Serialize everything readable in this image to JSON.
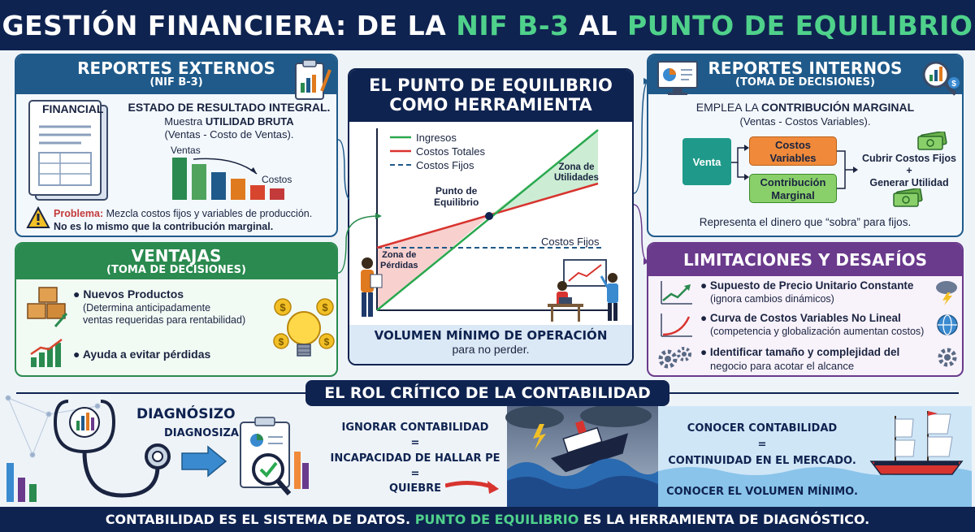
{
  "header": {
    "title_pre": "GESTIÓN FINANCIERA: DE LA ",
    "title_hl1": "NIF B-3",
    "title_mid": " AL ",
    "title_hl2": "PUNTO DE EQUILIBRIO"
  },
  "externos": {
    "title": "REPORTES EXTERNOS",
    "subtitle": "(NIF B-3)",
    "doc_label": "FINANCIAL",
    "line1": "ESTADO DE RESULTADO INTEGRAL.",
    "line2_pre": "Muestra ",
    "line2_b": "UTILIDAD BRUTA",
    "line3": "(Ventas - Costo de Ventas).",
    "chart_ventas": "Ventas",
    "chart_costos": "Costos",
    "problem_label": "Problema:",
    "problem_text": " Mezcla costos fijos y variables de producción.",
    "problem_bold": "No es lo mismo que la contribución marginal."
  },
  "ventajas": {
    "title": "VENTAJAS",
    "subtitle": "(TOMA DE DECISIONES)",
    "item1_title": "Nuevos Productos",
    "item1_desc1": "(Determina anticipadamente",
    "item1_desc2": "ventas requeridas para rentabilidad)",
    "item2_title": "Ayuda a evitar pérdidas"
  },
  "center": {
    "title1": "EL PUNTO DE EQUILIBRIO",
    "title2": "COMO HERRAMIENTA",
    "legend_ingresos": "Ingresos",
    "legend_costos_totales": "Costos Totales",
    "legend_costos_fijos": "Costos Fijos",
    "zona_utilidades1": "Zona de",
    "zona_utilidades2": "Utilidades",
    "punto1": "Punto de",
    "punto2": "Equilibrio",
    "costos_fijos_label": "Costos Fijos",
    "zona_perdidas1": "Zona de",
    "zona_perdidas2": "Pérdidas",
    "footer_bold": "VOLUMEN MÍNIMO DE OPERACIÓN",
    "footer_text": "para no perder."
  },
  "internos": {
    "title": "REPORTES INTERNOS",
    "subtitle": "(TOMA DE DECISIONES)",
    "line1_pre": "EMPLEA LA ",
    "line1_b": "CONTRIBUCIÓN MARGINAL",
    "line2": "(Ventas - Costos Variables).",
    "venta": "Venta",
    "costos_variables1": "Costos",
    "costos_variables2": "Variables",
    "contribucion1": "Contribución",
    "contribucion2": "Marginal",
    "cubrir1": "Cubrir Costos Fijos",
    "cubrir2": "+",
    "cubrir3": "Generar Utilidad",
    "footer": "Representa el dinero que “sobra” para fijos."
  },
  "limitaciones": {
    "title": "LIMITACIONES Y DESAFÍOS",
    "item1_title": "Supuesto de Precio Unitario Constante",
    "item1_desc": "(ignora cambios dinámicos)",
    "item2_title": "Curva de Costos Variables No Lineal",
    "item2_desc": "(competencia y globalización aumentan costos)",
    "item3_title1": "Identificar tamaño y complejidad del",
    "item3_title2": "negocio para acotar el alcance"
  },
  "rol": {
    "title": "EL ROL CRÍTICO DE LA CONTABILIDAD",
    "diag1": "DIAGNÓSIZO",
    "diag2": "DIAGNOSIZA",
    "ign1": "IGNORAR CONTABILIDAD",
    "eq": "=",
    "ign2": "INCAPACIDAD DE HALLAR PE",
    "ign3": "QUIEBRE",
    "con1": "CONOCER CONTABILIDAD",
    "con2": "CONTINUIDAD EN EL MERCADO.",
    "con3": "CONOCER EL VOLUMEN MÍNIMO."
  },
  "footer": {
    "pre": "CONTABILIDAD ES EL SISTEMA DE DATOS. ",
    "hl": "PUNTO DE EQUILIBRIO",
    "post": " ES LA HERRAMIENTA DE DIAGNÓSTICO."
  }
}
